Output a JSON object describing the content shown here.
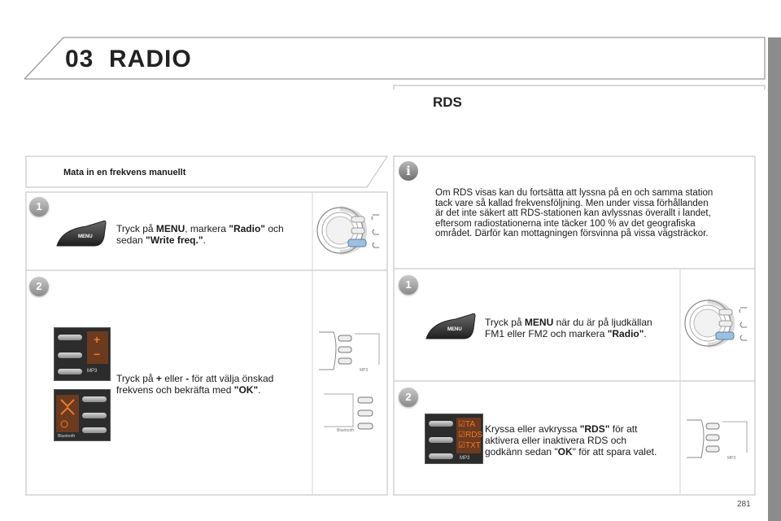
{
  "header": {
    "chapter_number": "03",
    "chapter_title": "RADIO"
  },
  "rds_section": {
    "title": "RDS"
  },
  "manual_frequency": {
    "title": "Mata in en frekvens manuellt",
    "steps": [
      {
        "number": "1",
        "t1": "Tryck på ",
        "b1": "MENU",
        "t2": ", markera ",
        "b2": "\"Radio\"",
        "t3": " och",
        "t4": "sedan ",
        "b3": "\"Write freq.\"",
        "t5": "."
      },
      {
        "number": "2",
        "t1": "Tryck på ",
        "b1": "+",
        "t2": " eller ",
        "b2": "-",
        "t3": " för att välja önskad",
        "t4": "frekvens och bekräfta med ",
        "b3": "\"OK\"",
        "t5": "."
      }
    ]
  },
  "rds_info": {
    "icon": "info-icon",
    "lines": [
      "Om RDS visas kan du fortsätta att lyssna på en och samma station",
      "tack vare så kallad frekvensföljning. Men under vissa förhållanden",
      "är det inte säkert att RDS-stationen kan avlyssnas överallt i landet,",
      "eftersom radiostationerna inte täcker 100 % av det geografiska",
      "området. Därför kan mottagningen försvinna på vissa vägsträckor."
    ]
  },
  "rds_steps": [
    {
      "number": "1",
      "t1": "Tryck på ",
      "b1": "MENU",
      "t2": " när du är på ljudkällan",
      "t3": "FM1 eller FM2 och markera ",
      "b2": "\"Radio\"",
      "t4": "."
    },
    {
      "number": "2",
      "t1": "Kryssa eller avkryssa ",
      "b1": "\"RDS\"",
      "t2": " för att",
      "t3": "aktivera eller inaktivera RDS och",
      "t4": "godkänn sedan \"",
      "b2": "OK",
      "t5": "\" för att spara valet."
    }
  ],
  "graphics": {
    "menu_label": "MENU",
    "mp3_label": "MP3",
    "bluetooth_label": "Bluetooth",
    "plus_sign": "+",
    "minus_sign": "−",
    "display_options": [
      "TA",
      "RDS",
      "TXT"
    ],
    "accent_color": "#e06a2a"
  },
  "page_number": "281"
}
